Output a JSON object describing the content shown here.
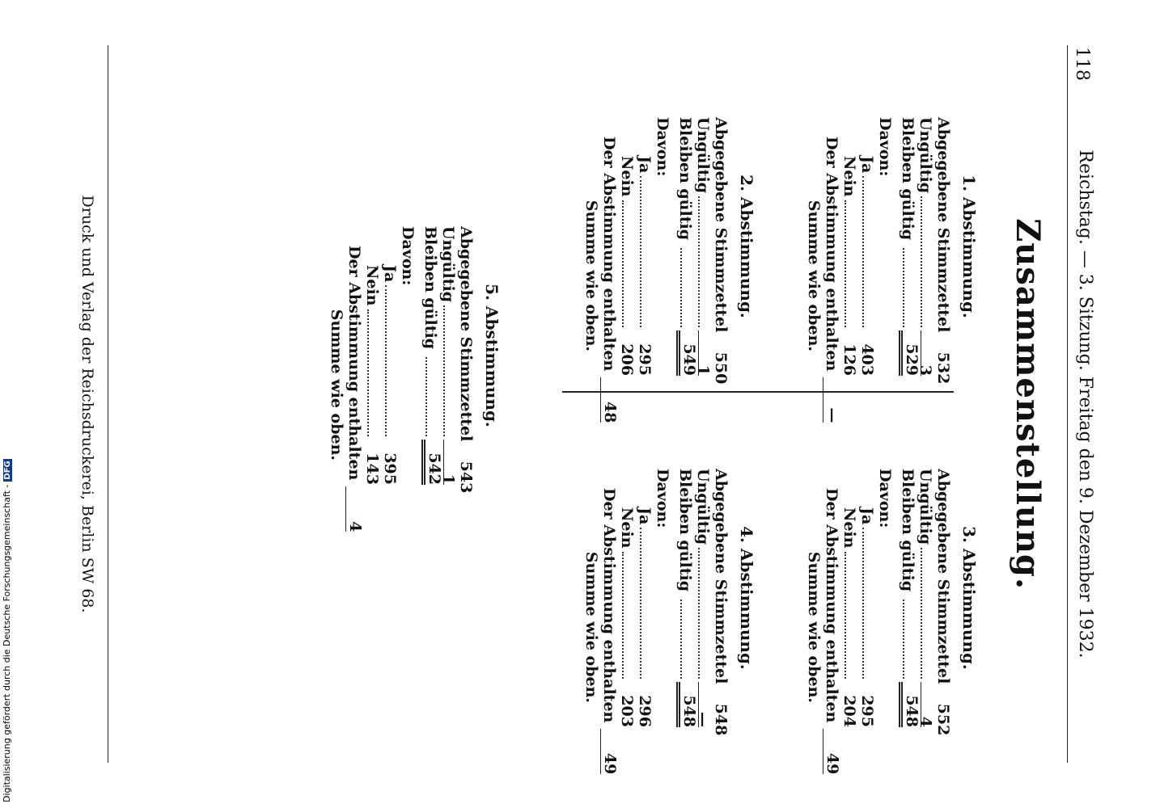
{
  "header": {
    "page_number": "118",
    "running_title": "Reichstag. — 3. Sitzung. Freitag den 9. Dezember 1932."
  },
  "title": "Zusammenstellung.",
  "votes": [
    {
      "title": "1. Abstimmung.",
      "abgegebene_label": "Abgegebene Stimmzettel",
      "abgegebene": "532",
      "ungueltig_label": "Ungültig",
      "ungueltig": "3",
      "bleiben_label": "Bleiben gültig",
      "bleiben": "529",
      "davon_label": "Davon:",
      "ja_label": "Ja",
      "ja": "403",
      "nein_label": "Nein",
      "nein": "126",
      "enthalten_label": "Der Abstimmung enthalten",
      "enthalten": "—",
      "summe": "Summe wie oben."
    },
    {
      "title": "2. Abstimmung.",
      "abgegebene_label": "Abgegebene Stimmzettel",
      "abgegebene": "550",
      "ungueltig_label": "Ungültig",
      "ungueltig": "1",
      "bleiben_label": "Bleiben gültig",
      "bleiben": "549",
      "davon_label": "Davon:",
      "ja_label": "Ja",
      "ja": "295",
      "nein_label": "Nein",
      "nein": "206",
      "enthalten_label": "Der Abstimmung enthalten",
      "enthalten": "48",
      "summe": "Summe wie oben."
    },
    {
      "title": "3. Abstimmung.",
      "abgegebene_label": "Abgegebene Stimmzettel",
      "abgegebene": "552",
      "ungueltig_label": "Ungültig",
      "ungueltig": "4",
      "bleiben_label": "Bleiben gültig",
      "bleiben": "548",
      "davon_label": "Davon:",
      "ja_label": "Ja",
      "ja": "295",
      "nein_label": "Nein",
      "nein": "204",
      "enthalten_label": "Der Abstimmung enthalten",
      "enthalten": "49",
      "summe": "Summe wie oben."
    },
    {
      "title": "4. Abstimmung.",
      "abgegebene_label": "Abgegebene Stimmzettel",
      "abgegebene": "548",
      "ungueltig_label": "Ungültig",
      "ungueltig": "—",
      "bleiben_label": "Bleiben gültig",
      "bleiben": "548",
      "davon_label": "Davon:",
      "ja_label": "Ja",
      "ja": "296",
      "nein_label": "Nein",
      "nein": "203",
      "enthalten_label": "Der Abstimmung enthalten",
      "enthalten": "49",
      "summe": "Summe wie oben."
    },
    {
      "title": "5. Abstimmung.",
      "abgegebene_label": "Abgegebene Stimmzettel",
      "abgegebene": "543",
      "ungueltig_label": "Ungültig",
      "ungueltig": "1",
      "bleiben_label": "Bleiben gültig",
      "bleiben": "542",
      "davon_label": "Davon:",
      "ja_label": "Ja",
      "ja": "395",
      "nein_label": "Nein",
      "nein": "143",
      "enthalten_label": "Der Abstimmung enthalten",
      "enthalten": "4",
      "summe": "Summe wie oben."
    }
  ],
  "footer": {
    "printer": "Druck und Verlag der Reichsdruckerei, Berlin SW 68."
  },
  "credit": {
    "text": "Digitalisierung gefördert durch die Deutsche Forschungsgemeinschaft -",
    "logo": "DFG"
  }
}
